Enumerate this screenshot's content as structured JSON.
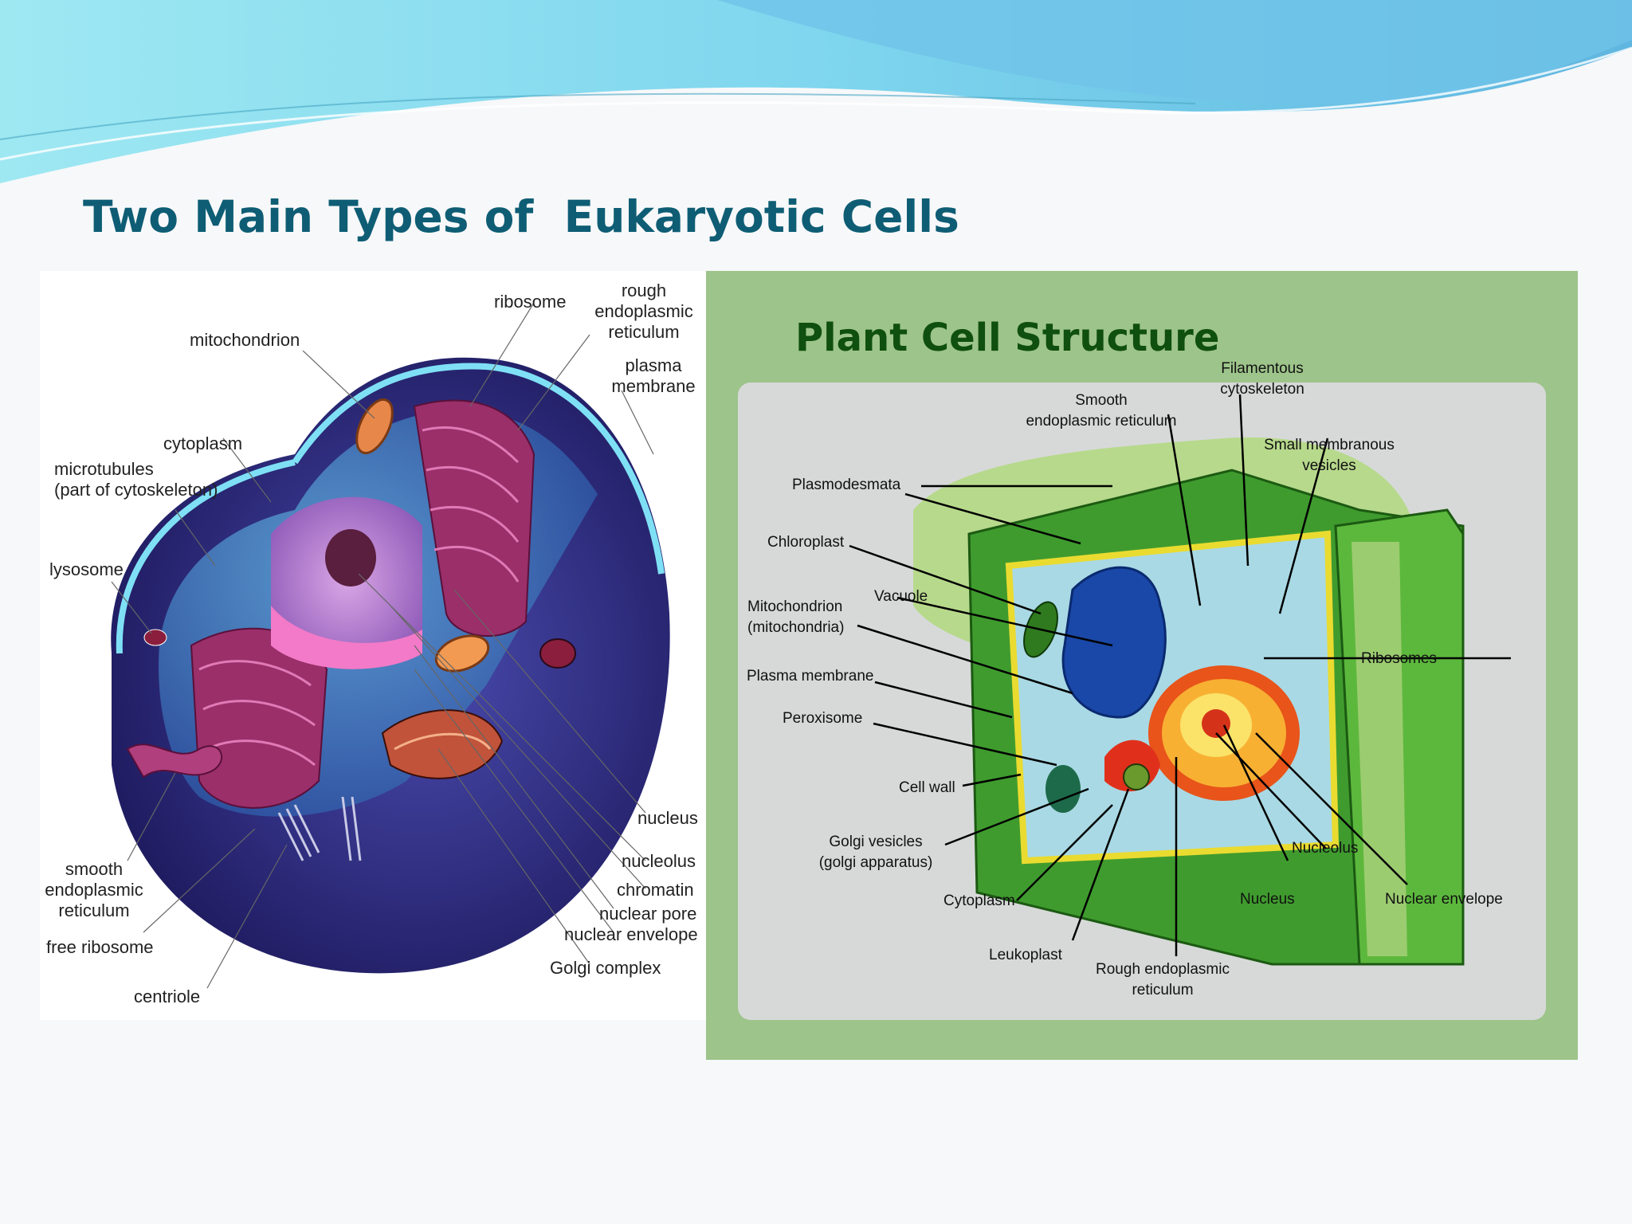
{
  "slide": {
    "title": "Two Main Types of  Eukaryotic Cells"
  },
  "animal_cell": {
    "labels": {
      "ribosome": "ribosome",
      "rough_er_1": "rough",
      "rough_er_2": "endoplasmic",
      "rough_er_3": "reticulum",
      "mitochondrion": "mitochondrion",
      "plasma_membrane_1": "plasma",
      "plasma_membrane_2": "membrane",
      "cytoplasm": "cytoplasm",
      "microtubules_1": "microtubules",
      "microtubules_2": "(part of cytoskeleton)",
      "lysosome": "lysosome",
      "nucleus": "nucleus",
      "nucleolus": "nucleolus",
      "chromatin": "chromatin",
      "nuclear_pore": "nuclear pore",
      "nuclear_envelope": "nuclear envelope",
      "golgi_complex": "Golgi complex",
      "smooth_er_1": "smooth",
      "smooth_er_2": "endoplasmic",
      "smooth_er_3": "reticulum",
      "free_ribosome": "free ribosome",
      "centriole": "centriole"
    }
  },
  "plant_cell": {
    "title": "Plant Cell Structure",
    "labels": {
      "filamentous_1": "Filamentous",
      "filamentous_2": "cytoskeleton",
      "smooth_er_1": "Smooth",
      "smooth_er_2": "endoplasmic reticulum",
      "small_vesicles_1": "Small membranous",
      "small_vesicles_2": "vesicles",
      "plasmodesmata": "Plasmodesmata",
      "chloroplast": "Chloroplast",
      "vacuole": "Vacuole",
      "mitochondrion_1": "Mitochondrion",
      "mitochondrion_2": "(mitochondria)",
      "plasma_membrane": "Plasma membrane",
      "peroxisome": "Peroxisome",
      "cell_wall": "Cell wall",
      "golgi_1": "Golgi vesicles",
      "golgi_2": "(golgi apparatus)",
      "cytoplasm": "Cytoplasm",
      "leukoplast": "Leukoplast",
      "rough_er_1": "Rough endoplasmic",
      "rough_er_2": "reticulum",
      "ribosomes": "Ribosomes",
      "nucleolus": "Nucleolus",
      "nucleus": "Nucleus",
      "nuclear_envelope": "Nuclear envelope"
    }
  },
  "colors": {
    "title": "#0e5d74",
    "header_wave": "#7fd6ee",
    "plant_bg": "#9dc48a",
    "animal_cell": "#2c2a7a",
    "plant_wall": "#3f9b2e"
  }
}
